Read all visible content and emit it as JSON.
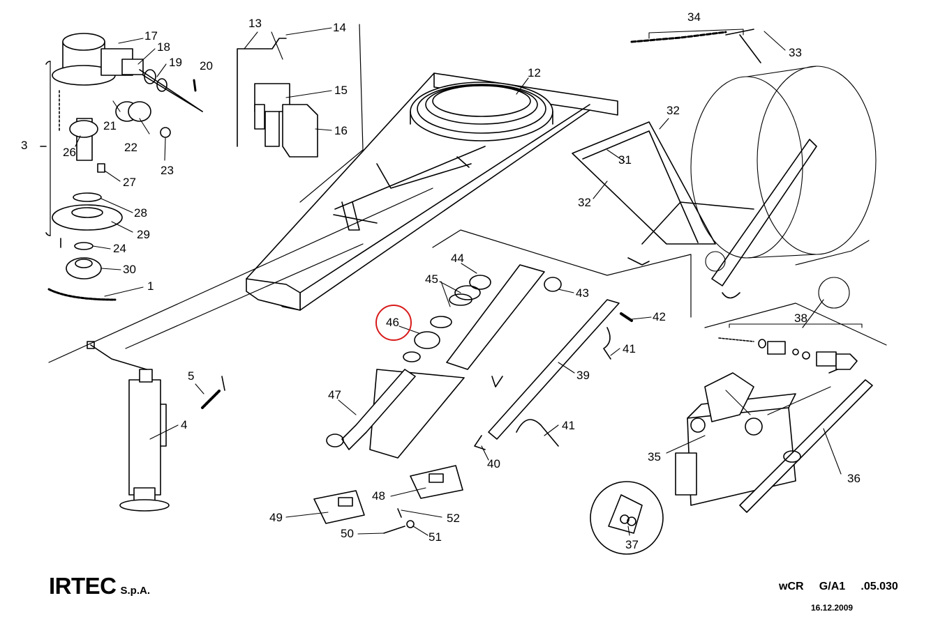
{
  "document": {
    "company": "IRTEC",
    "company_suffix": "S.p.A.",
    "code_parts": [
      "wCR",
      "G/A1",
      ".05.030"
    ],
    "date": "16.12.2009"
  },
  "highlight": {
    "part": "46",
    "color": "#d81a1a"
  },
  "callouts": [
    {
      "id": "c1",
      "text": "1"
    },
    {
      "id": "c3",
      "text": "3"
    },
    {
      "id": "c4",
      "text": "4"
    },
    {
      "id": "c5",
      "text": "5"
    },
    {
      "id": "c12",
      "text": "12"
    },
    {
      "id": "c13",
      "text": "13"
    },
    {
      "id": "c14",
      "text": "14"
    },
    {
      "id": "c15",
      "text": "15"
    },
    {
      "id": "c16",
      "text": "16"
    },
    {
      "id": "c17",
      "text": "17"
    },
    {
      "id": "c18",
      "text": "18"
    },
    {
      "id": "c19",
      "text": "19"
    },
    {
      "id": "c20",
      "text": "20"
    },
    {
      "id": "c21",
      "text": "21"
    },
    {
      "id": "c22",
      "text": "22"
    },
    {
      "id": "c23",
      "text": "23"
    },
    {
      "id": "c24",
      "text": "24"
    },
    {
      "id": "c26",
      "text": "26"
    },
    {
      "id": "c27",
      "text": "27"
    },
    {
      "id": "c28",
      "text": "28"
    },
    {
      "id": "c29",
      "text": "29"
    },
    {
      "id": "c30",
      "text": "30"
    },
    {
      "id": "c31",
      "text": "31"
    },
    {
      "id": "c32a",
      "text": "32"
    },
    {
      "id": "c32b",
      "text": "32"
    },
    {
      "id": "c33",
      "text": "33"
    },
    {
      "id": "c34",
      "text": "34"
    },
    {
      "id": "c35",
      "text": "35"
    },
    {
      "id": "c36",
      "text": "36"
    },
    {
      "id": "c37",
      "text": "37"
    },
    {
      "id": "c38",
      "text": "38"
    },
    {
      "id": "c39",
      "text": "39"
    },
    {
      "id": "c40",
      "text": "40"
    },
    {
      "id": "c41a",
      "text": "41"
    },
    {
      "id": "c41b",
      "text": "41"
    },
    {
      "id": "c42",
      "text": "42"
    },
    {
      "id": "c43",
      "text": "43"
    },
    {
      "id": "c44",
      "text": "44"
    },
    {
      "id": "c45",
      "text": "45"
    },
    {
      "id": "c46",
      "text": "46"
    },
    {
      "id": "c47",
      "text": "47"
    },
    {
      "id": "c48",
      "text": "48"
    },
    {
      "id": "c49",
      "text": "49"
    },
    {
      "id": "c50",
      "text": "50"
    },
    {
      "id": "c51",
      "text": "51"
    },
    {
      "id": "c52",
      "text": "52"
    }
  ]
}
